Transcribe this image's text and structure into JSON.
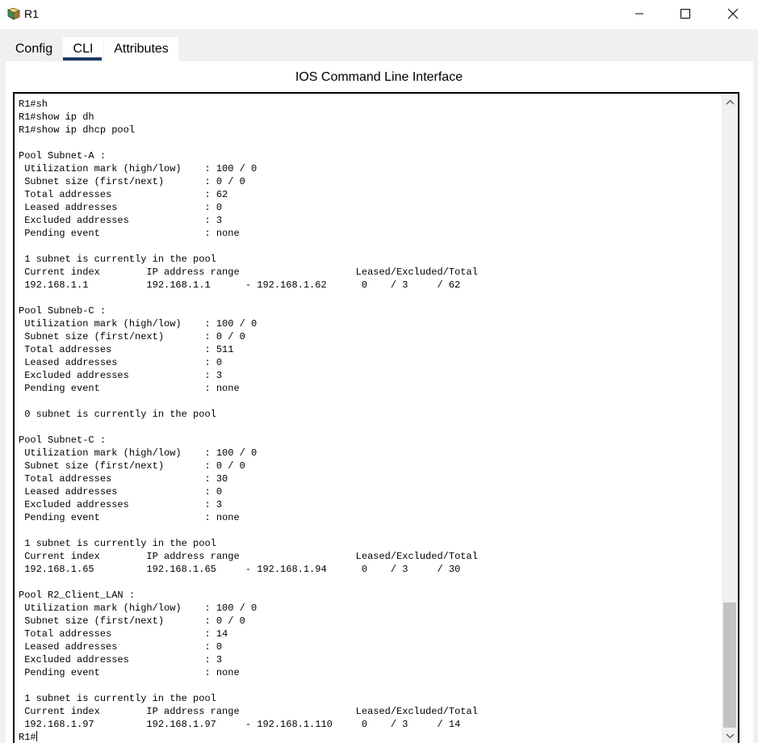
{
  "window": {
    "title": "R1",
    "app_icon": "router-icon",
    "controls": [
      "minimize-icon",
      "maximize-icon",
      "close-icon"
    ]
  },
  "tabs": [
    {
      "label": "Config",
      "selected": false
    },
    {
      "label": "CLI",
      "selected": true
    },
    {
      "label": "Attributes",
      "selected": false
    }
  ],
  "panel": {
    "title": "IOS Command Line Interface"
  },
  "terminal": {
    "lines": [
      "R1#sh",
      "R1#show ip dh",
      "R1#show ip dhcp pool",
      "",
      "Pool Subnet-A :",
      " Utilization mark (high/low)    : 100 / 0",
      " Subnet size (first/next)       : 0 / 0",
      " Total addresses                : 62",
      " Leased addresses               : 0",
      " Excluded addresses             : 3",
      " Pending event                  : none",
      "",
      " 1 subnet is currently in the pool",
      " Current index        IP address range                    Leased/Excluded/Total",
      " 192.168.1.1          192.168.1.1      - 192.168.1.62      0    / 3     / 62",
      "",
      "Pool Subneb-C :",
      " Utilization mark (high/low)    : 100 / 0",
      " Subnet size (first/next)       : 0 / 0",
      " Total addresses                : 511",
      " Leased addresses               : 0",
      " Excluded addresses             : 3",
      " Pending event                  : none",
      "",
      " 0 subnet is currently in the pool",
      "",
      "Pool Subnet-C :",
      " Utilization mark (high/low)    : 100 / 0",
      " Subnet size (first/next)       : 0 / 0",
      " Total addresses                : 30",
      " Leased addresses               : 0",
      " Excluded addresses             : 3",
      " Pending event                  : none",
      "",
      " 1 subnet is currently in the pool",
      " Current index        IP address range                    Leased/Excluded/Total",
      " 192.168.1.65         192.168.1.65     - 192.168.1.94      0    / 3     / 30",
      "",
      "Pool R2_Client_LAN :",
      " Utilization mark (high/low)    : 100 / 0",
      " Subnet size (first/next)       : 0 / 0",
      " Total addresses                : 14",
      " Leased addresses               : 0",
      " Excluded addresses             : 3",
      " Pending event                  : none",
      "",
      " 1 subnet is currently in the pool",
      " Current index        IP address range                    Leased/Excluded/Total",
      " 192.168.1.97         192.168.1.97     - 192.168.1.110     0    / 3     / 14"
    ],
    "prompt": "R1#"
  },
  "colors": {
    "tab_underline": "#1f3a5f",
    "scroll_thumb": "#c2c2c2"
  }
}
